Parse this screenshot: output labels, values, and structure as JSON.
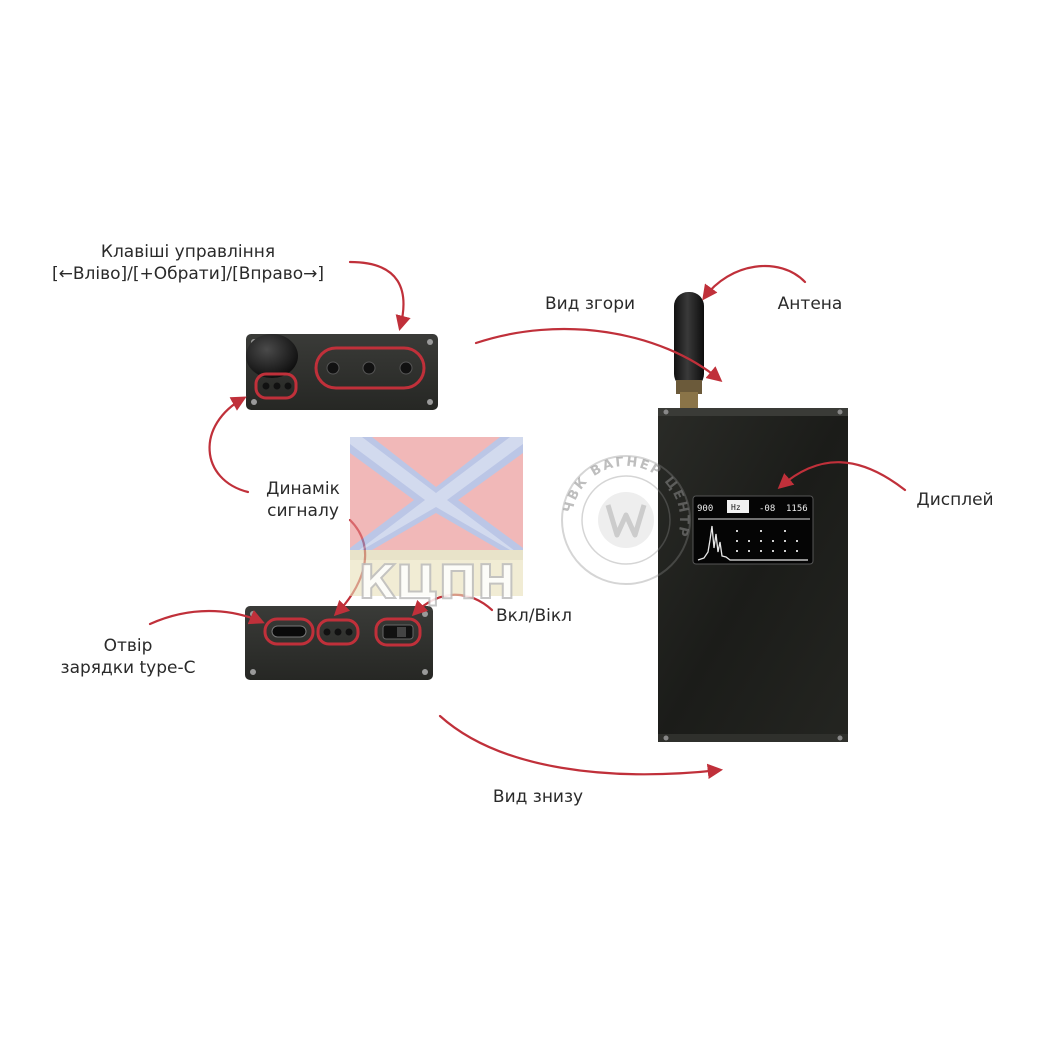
{
  "labels": {
    "control_keys_line1": "Клавіші управління",
    "control_keys_line2": "[←Вліво]/[+Обрати]/[Вправо→]",
    "top_view": "Вид згори",
    "antenna": "Антена",
    "display": "Дисплей",
    "speaker_line1": "Динамік",
    "speaker_line2": "сигналу",
    "power": "Вкл/Вікл",
    "charging_line1": "Отвір",
    "charging_line2": "зарядки type-C",
    "bottom_view": "Вид знизу"
  },
  "screen": {
    "readout_1": "900",
    "readout_2": "Hz",
    "readout_3": "-08",
    "readout_4": "1156"
  },
  "watermarks": {
    "flag_text": "КЦПН",
    "stamp_text": "ЧВК ВАГНЕР ЦЕНТР"
  },
  "colors": {
    "annotation": "#c0303a",
    "device_body": "#1e1f1c",
    "flag_red": "#e98a8a",
    "flag_cross": "#8ea1d6"
  }
}
